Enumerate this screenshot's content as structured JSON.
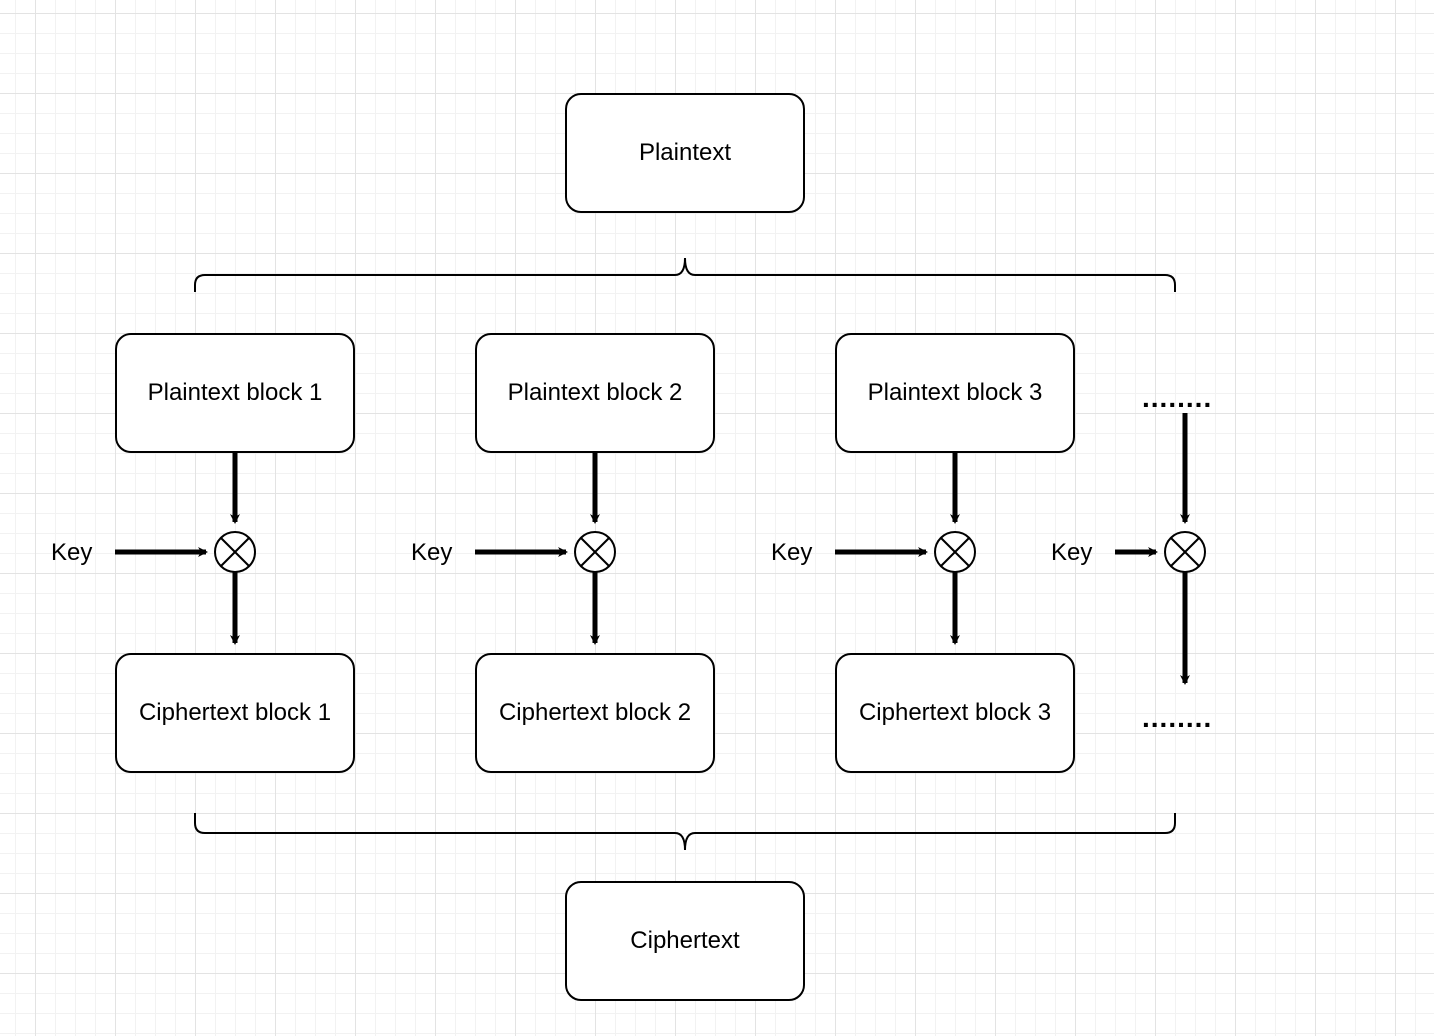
{
  "top": {
    "plaintext": "Plaintext"
  },
  "bottom": {
    "ciphertext": "Ciphertext"
  },
  "columns": [
    {
      "plain": "Plaintext block 1",
      "cipher": "Ciphertext block 1",
      "key": "Key"
    },
    {
      "plain": "Plaintext block 2",
      "cipher": "Ciphertext block 2",
      "key": "Key"
    },
    {
      "plain": "Plaintext block 3",
      "cipher": "Ciphertext block 3",
      "key": "Key"
    },
    {
      "key": "Key",
      "continuation_top": "........",
      "continuation_bottom": "........"
    }
  ]
}
